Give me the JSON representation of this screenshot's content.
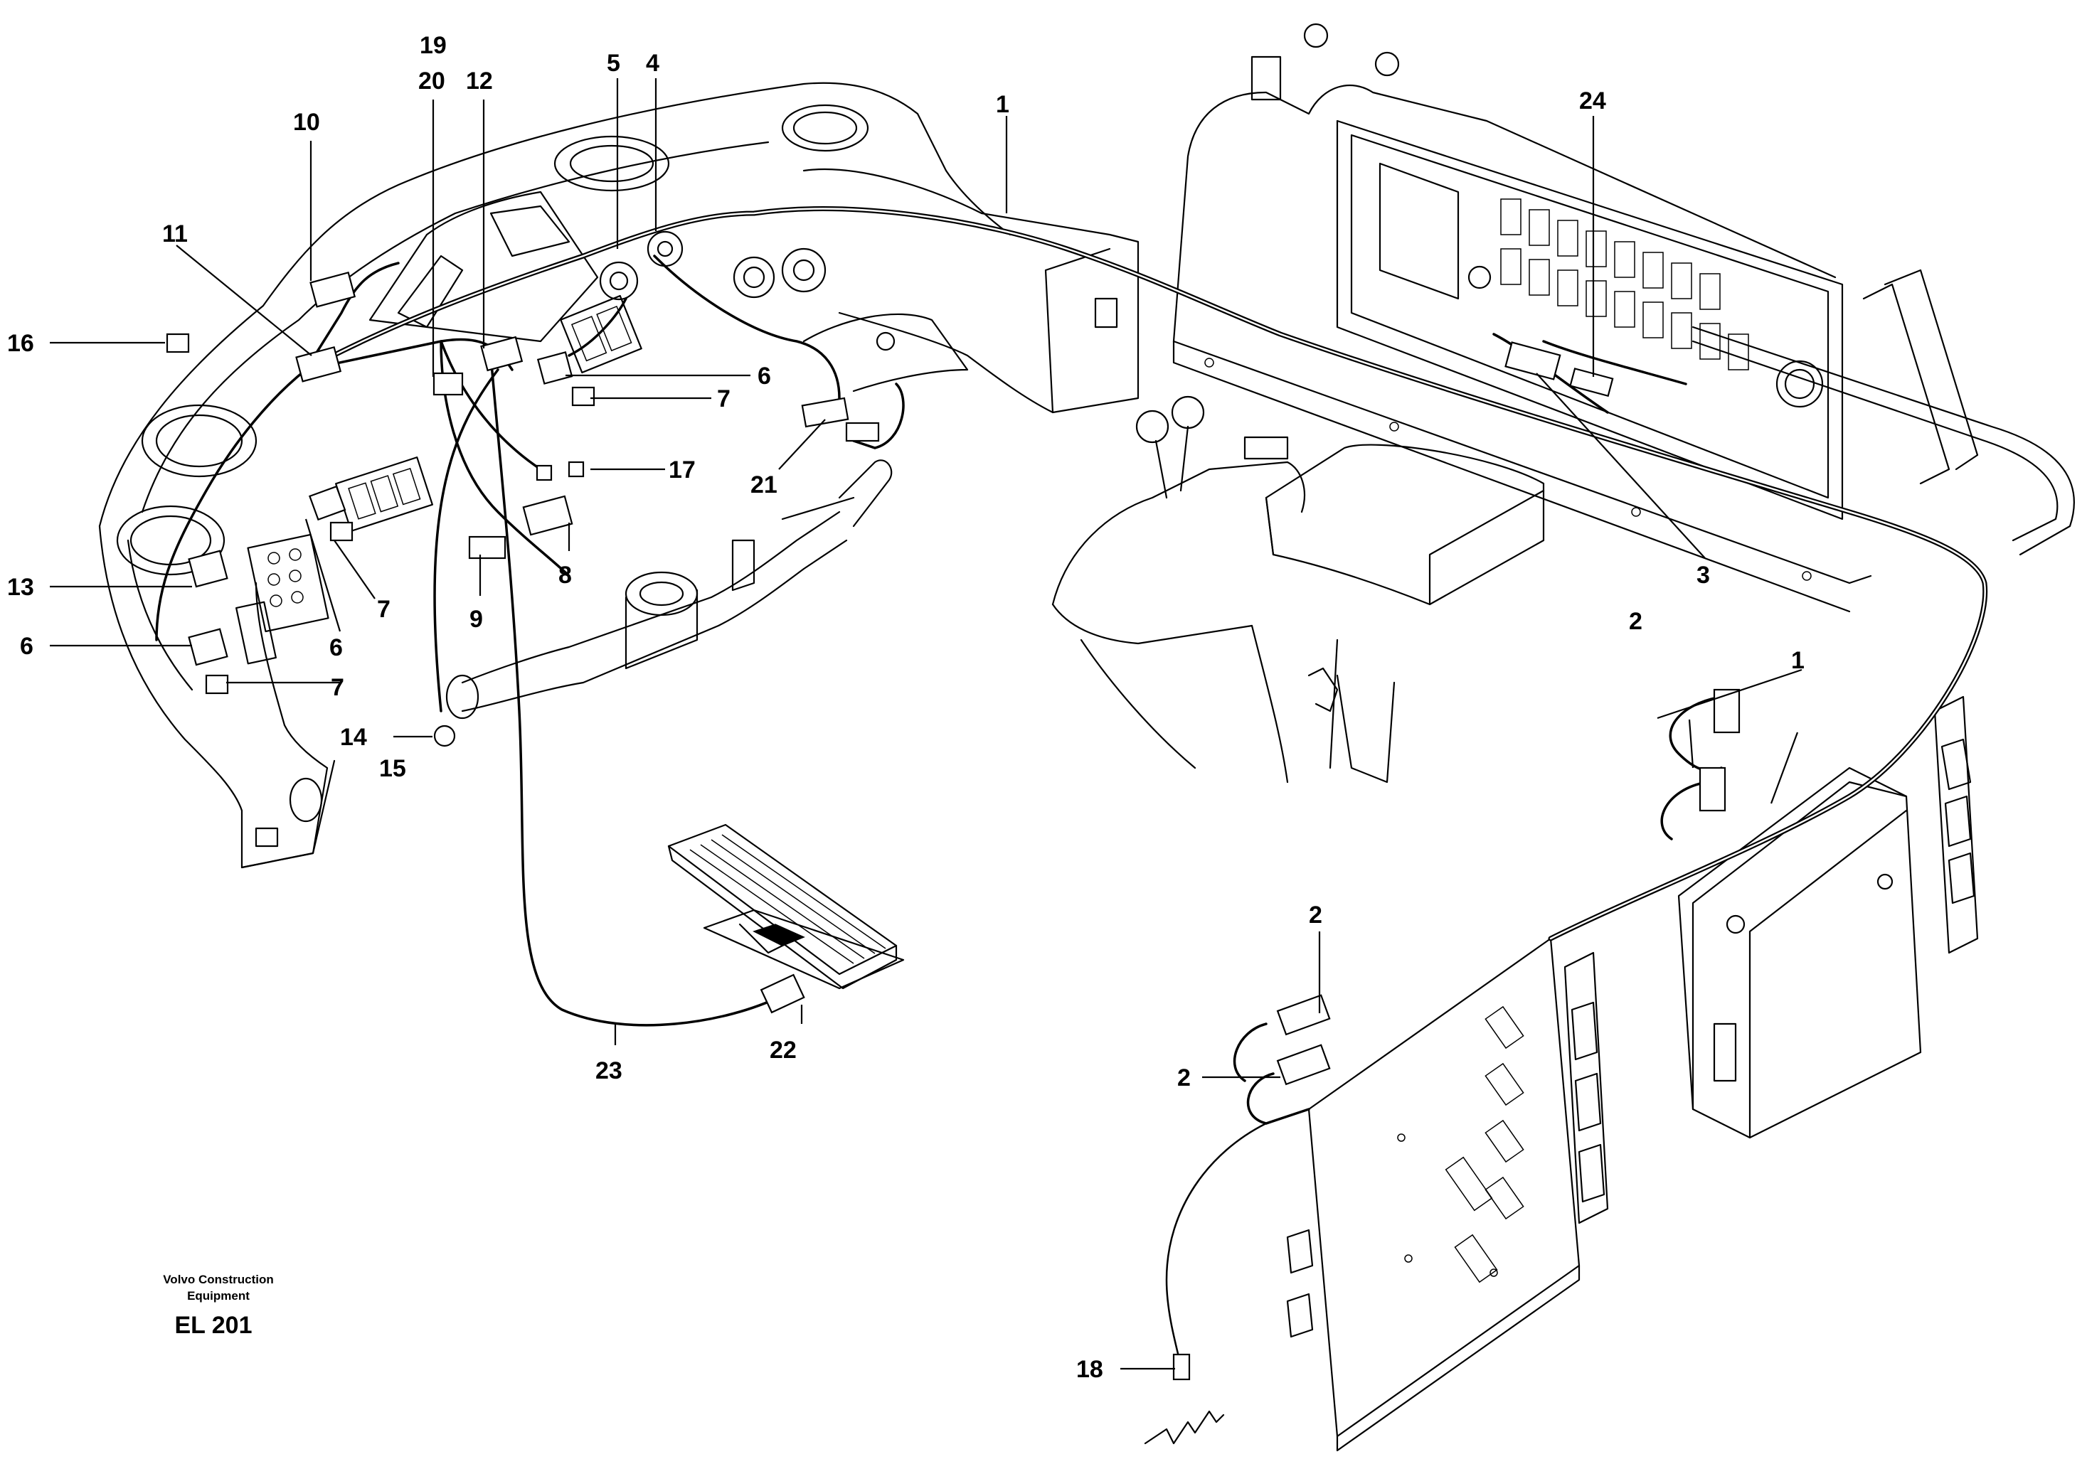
{
  "caption": {
    "line1": "Volvo Construction",
    "line2": "Equipment",
    "code": "EL 201"
  },
  "callouts": [
    {
      "id": "c1a",
      "text": "1"
    },
    {
      "id": "c1b",
      "text": "1"
    },
    {
      "id": "c2a",
      "text": "2"
    },
    {
      "id": "c2b",
      "text": "2"
    },
    {
      "id": "c2c",
      "text": "2"
    },
    {
      "id": "c3",
      "text": "3"
    },
    {
      "id": "c4",
      "text": "4"
    },
    {
      "id": "c5",
      "text": "5"
    },
    {
      "id": "c6a",
      "text": "6"
    },
    {
      "id": "c6b",
      "text": "6"
    },
    {
      "id": "c6c",
      "text": "6"
    },
    {
      "id": "c7a",
      "text": "7"
    },
    {
      "id": "c7b",
      "text": "7"
    },
    {
      "id": "c7c",
      "text": "7"
    },
    {
      "id": "c8",
      "text": "8"
    },
    {
      "id": "c9",
      "text": "9"
    },
    {
      "id": "c10",
      "text": "10"
    },
    {
      "id": "c11",
      "text": "11"
    },
    {
      "id": "c12",
      "text": "12"
    },
    {
      "id": "c13",
      "text": "13"
    },
    {
      "id": "c14",
      "text": "14"
    },
    {
      "id": "c15",
      "text": "15"
    },
    {
      "id": "c16",
      "text": "16"
    },
    {
      "id": "c17",
      "text": "17"
    },
    {
      "id": "c18",
      "text": "18"
    },
    {
      "id": "c19",
      "text": "19"
    },
    {
      "id": "c20",
      "text": "20"
    },
    {
      "id": "c21",
      "text": "21"
    },
    {
      "id": "c22",
      "text": "22"
    },
    {
      "id": "c23",
      "text": "23"
    },
    {
      "id": "c24",
      "text": "24"
    }
  ]
}
